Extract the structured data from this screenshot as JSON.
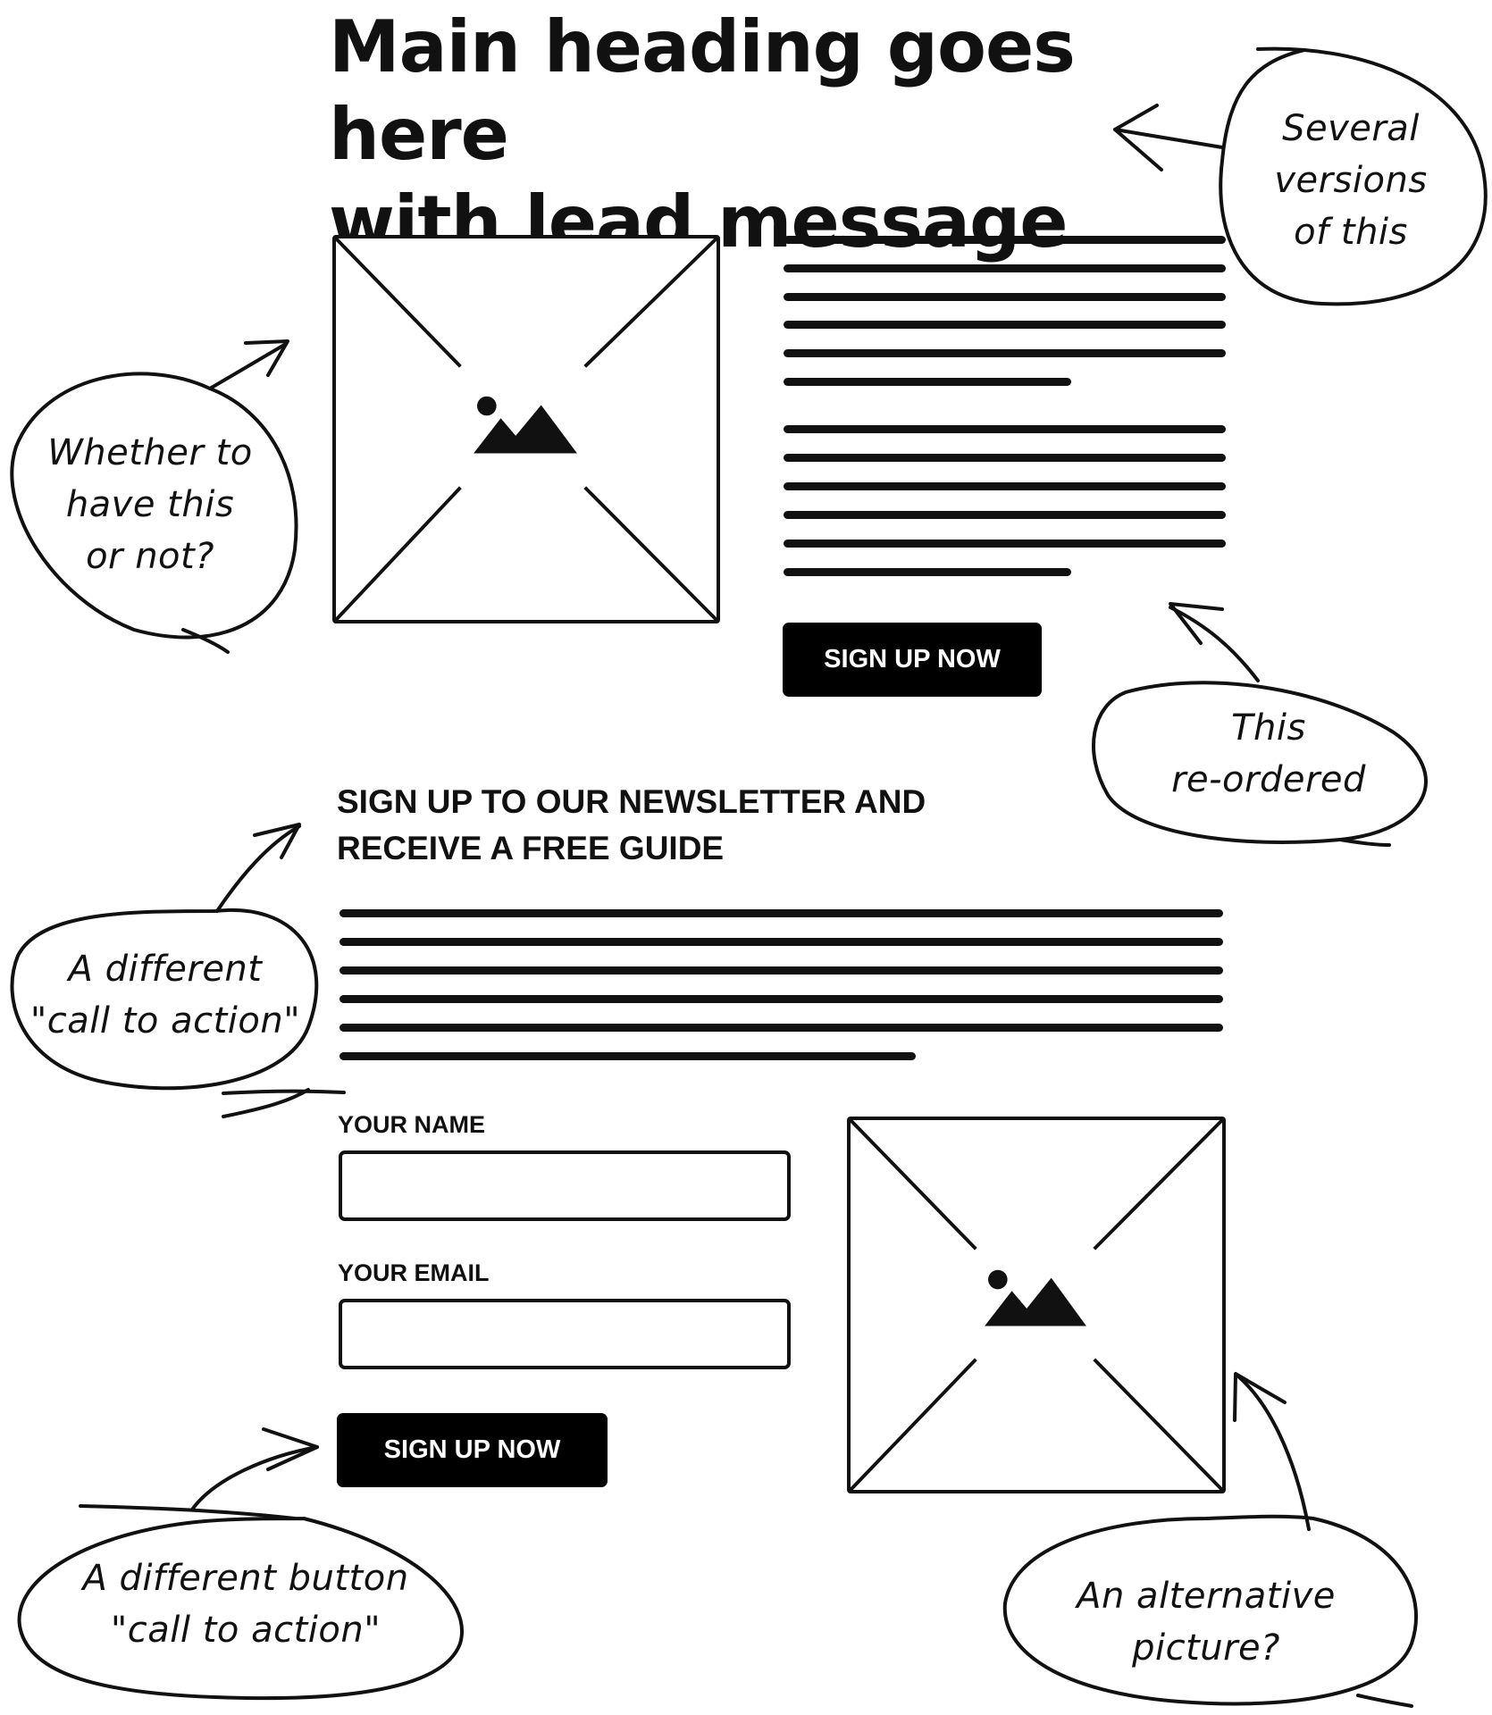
{
  "heading": {
    "line1": "Main heading goes here",
    "line2": "with lead message"
  },
  "hero": {
    "image_icon": "image-icon",
    "button_label": "SIGN UP NOW"
  },
  "newsletter": {
    "title_line1": "SIGN UP TO OUR NEWSLETTER AND",
    "title_line2": "RECEIVE A FREE GUIDE",
    "name_label": "YOUR NAME",
    "email_label": "YOUR EMAIL",
    "button_label": "SIGN UP NOW",
    "image_icon": "image-icon"
  },
  "annotations": {
    "several_versions": [
      "Several",
      "versions",
      "of this"
    ],
    "whether_to_have": [
      "Whether to",
      "have this",
      "or not?"
    ],
    "reordered": [
      "This",
      "re-ordered"
    ],
    "different_cta": [
      "A different",
      "\"call to action\""
    ],
    "different_button_cta": [
      "A different button",
      "\"call to action\""
    ],
    "alternative_picture": [
      "An alternative",
      "picture?"
    ]
  },
  "colors": {
    "ink": "#111111",
    "button_bg": "#000000",
    "button_text": "#ffffff",
    "background": "#ffffff"
  }
}
